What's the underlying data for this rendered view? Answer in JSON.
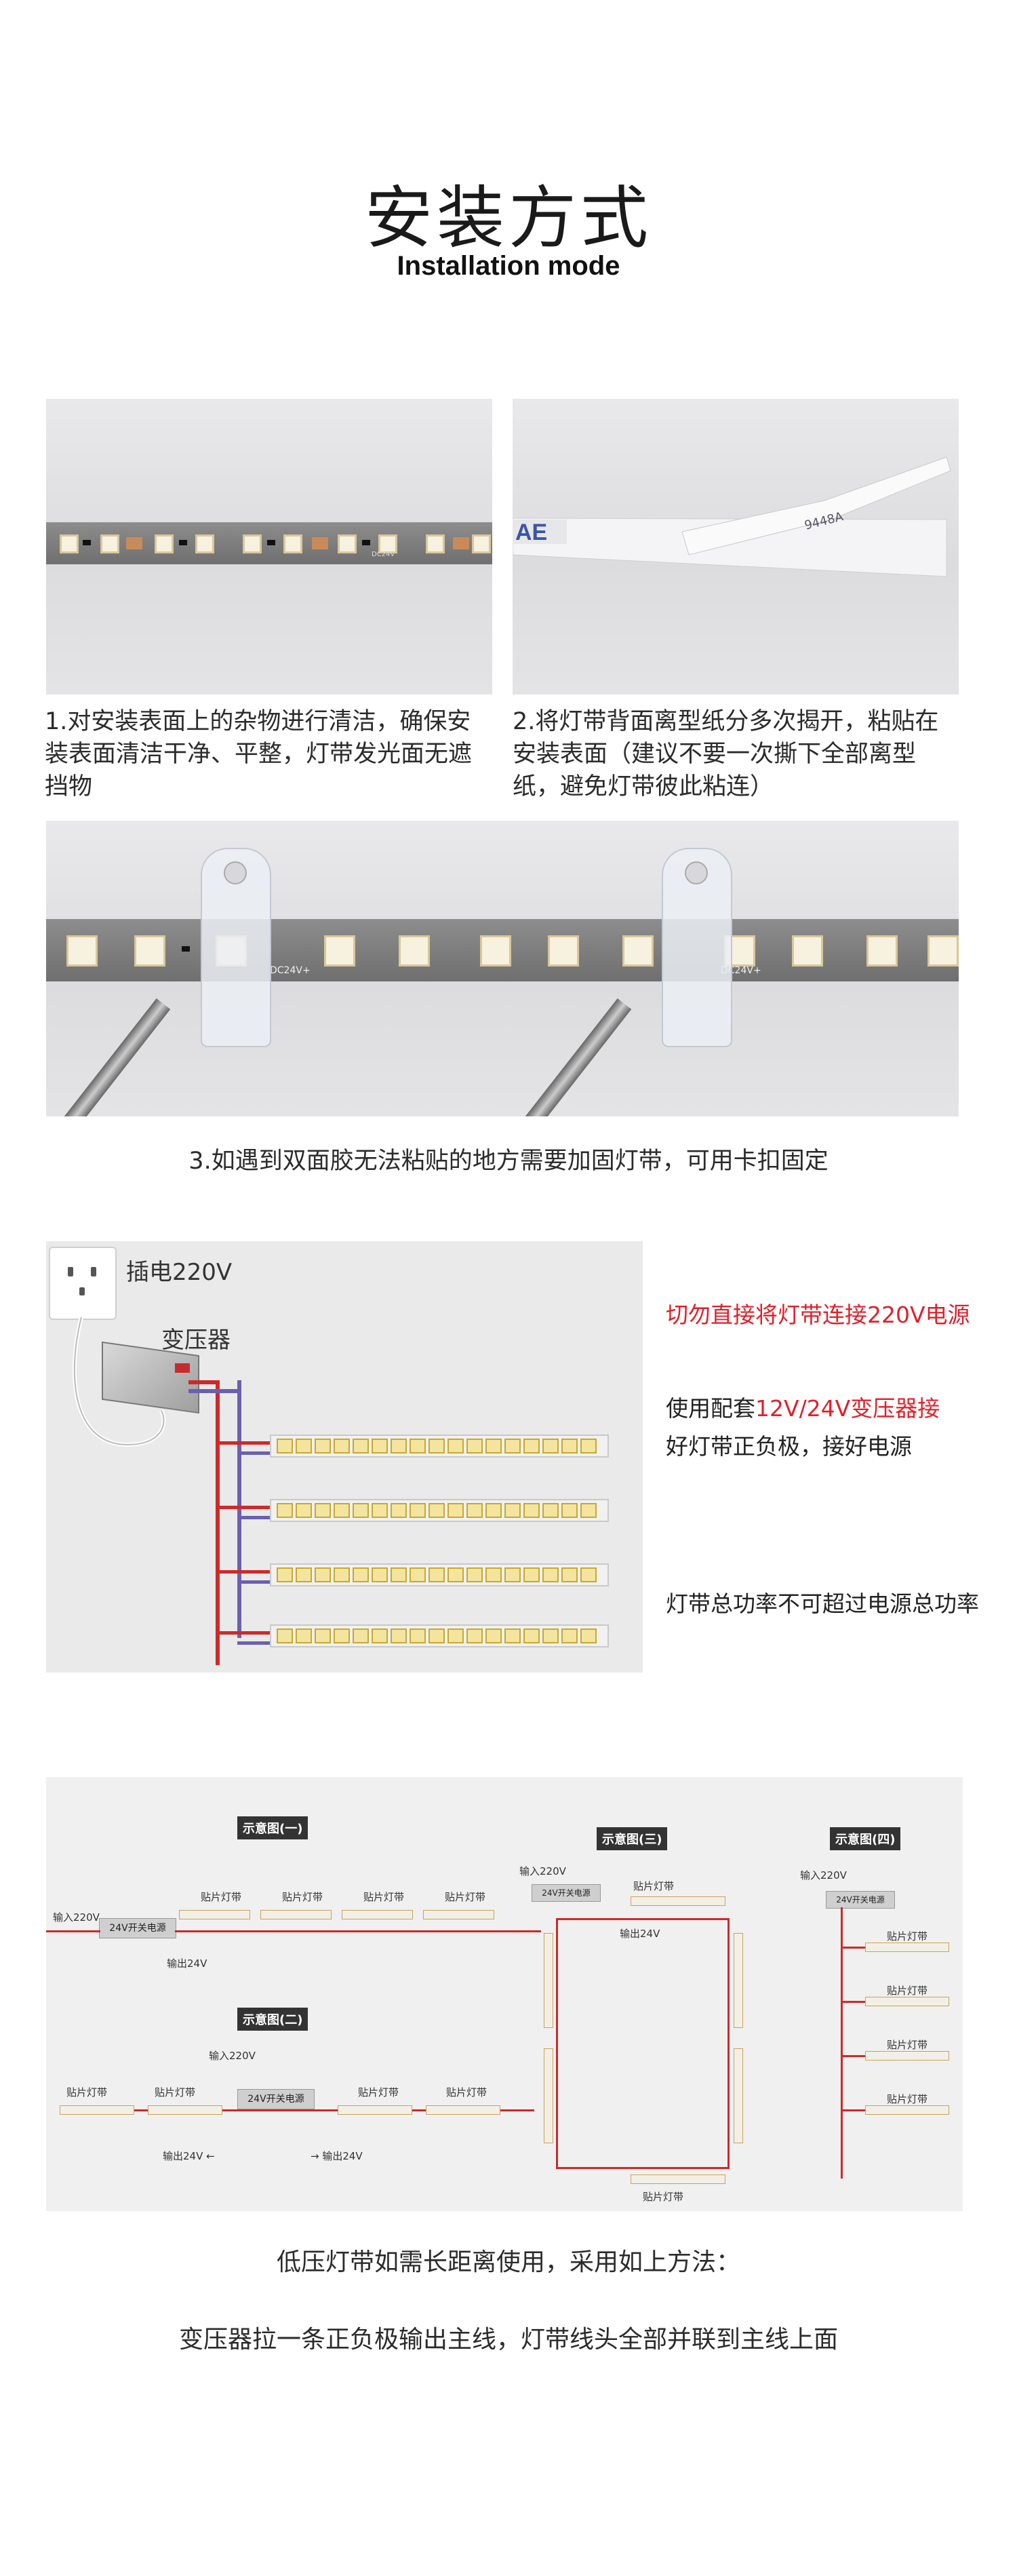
{
  "header": {
    "title": "安装方式",
    "subtitle": "Installation mode"
  },
  "steps": {
    "step1": "1.对安装表面上的杂物进行清洁，确保安装表面清洁干净、平整，灯带发光面无遮挡物",
    "step2": "2.将灯带背面离型纸分多次揭开，粘贴在安装表面（建议不要一次撕下全部离型纸，避免灯带彼此粘连）",
    "step3": "3.如遇到双面胶无法粘贴的地方需要加固灯带，可用卡扣固定"
  },
  "photo_marks": {
    "strip_marks": [
      "DC24V",
      "DC24V+"
    ],
    "tape_print": "9448A"
  },
  "wiring": {
    "plug_label": "插电220V",
    "transformer_label": "变压器",
    "warning": "切勿直接将灯带连接220V电源",
    "instruction_prefix": "使用配套",
    "instruction_highlight": "12V/24V变压器接",
    "instruction_line2": "好灯带正负极，接好电源",
    "power_note": "灯带总功率不可超过电源总功率"
  },
  "diagrams": {
    "d1_title": "示意图(一)",
    "d2_title": "示意图(二)",
    "d3_title": "示意图(三)",
    "d4_title": "示意图(四)",
    "strip_label": "贴片灯带",
    "input_label": "输入220V",
    "psu_label": "24V开关电源",
    "output_label": "输出24V",
    "output_left": "输出24V ←",
    "output_right": "→ 输出24V"
  },
  "footer": {
    "line1": "低压灯带如需长距离使用，采用如上方法：",
    "line2": "变压器拉一条正负极输出主线，灯带线头全部并联到主线上面"
  },
  "colors": {
    "warning_red": "#e0202a",
    "wire_red": "#cc2a2a",
    "wire_blue": "#6b5fb0"
  }
}
